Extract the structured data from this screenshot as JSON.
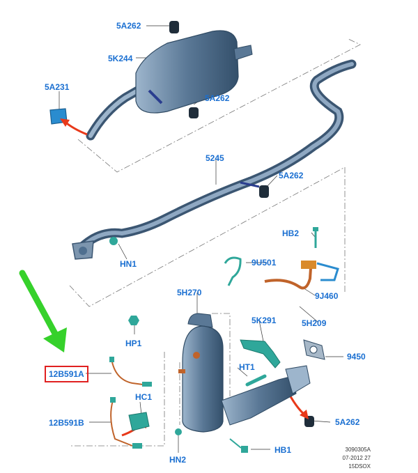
{
  "colors": {
    "label": "#1a6fd1",
    "pipe": "#4f6f8f",
    "pipe_light": "#8fa8c2",
    "fastener": "#3aa89a",
    "highlight_box": "#e02020",
    "arrow_red": "#e8391a",
    "arrow_green": "#36d12b",
    "copper": "#c0632a"
  },
  "labels": {
    "p5A262_top": "5A262",
    "p5K244": "5K244",
    "p5A231": "5A231",
    "p5A262_muffler": "5A262",
    "p5245": "5245",
    "p5A262_mid": "5A262",
    "pHN1": "HN1",
    "pHB2": "HB2",
    "p9U501": "9U501",
    "p9J460": "9J460",
    "p5H270": "5H270",
    "p5K291": "5K291",
    "p5H209": "5H209",
    "pHP1": "HP1",
    "p12B591A": "12B591A",
    "pHT1": "HT1",
    "p9450": "9450",
    "pHC1": "HC1",
    "p12B591B": "12B591B",
    "p5A262_bottom": "5A262",
    "pHN2": "HN2",
    "pHB1": "HB1"
  },
  "footer": {
    "code": "3090305A",
    "date": "07-2012 27",
    "model": "15DSOX"
  },
  "icons": [
    "green-pointer-arrow-icon",
    "red-direction-arrow-icon"
  ]
}
